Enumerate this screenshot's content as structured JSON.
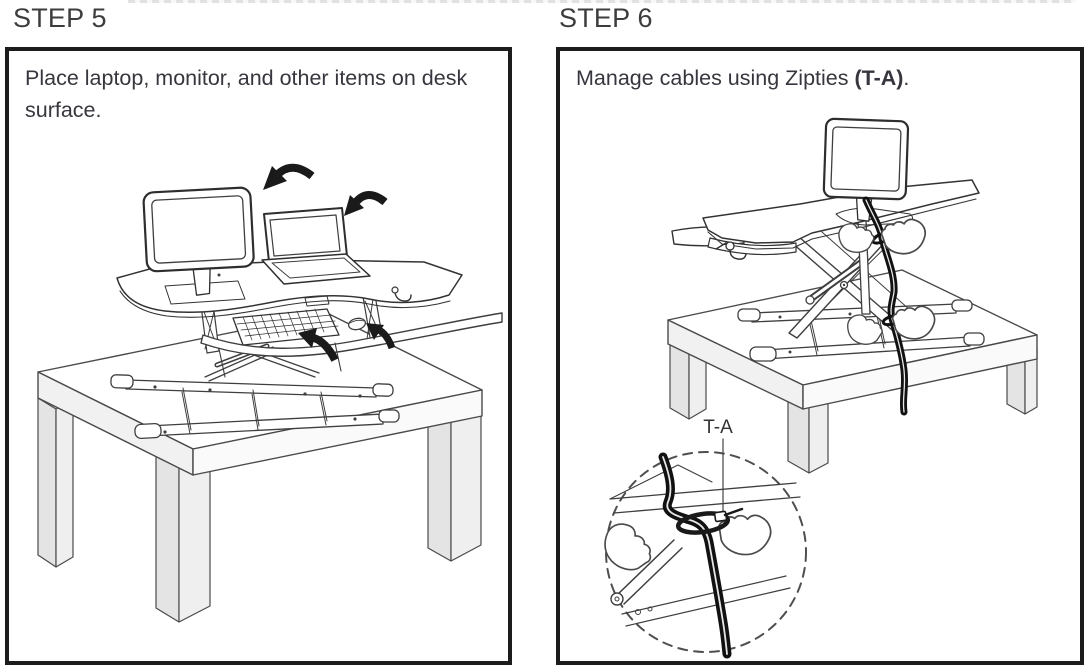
{
  "steps": {
    "step5": {
      "title": "STEP 5",
      "instruction": "Place laptop, monitor, and other items on desk surface."
    },
    "step6": {
      "title": "STEP 6",
      "instruction_prefix": "Manage cables using Zipties ",
      "instruction_bold": "(T-A)",
      "instruction_suffix": ".",
      "detail_label": "T-A"
    }
  },
  "colors": {
    "panel_border": "#1c1c1c",
    "title_text": "#3d3d3d",
    "body_text": "#36363e",
    "line_art": "#3f3f3f",
    "arrow_fill": "#1a1a1a",
    "table_leg_fill": "#e4e4e4"
  }
}
